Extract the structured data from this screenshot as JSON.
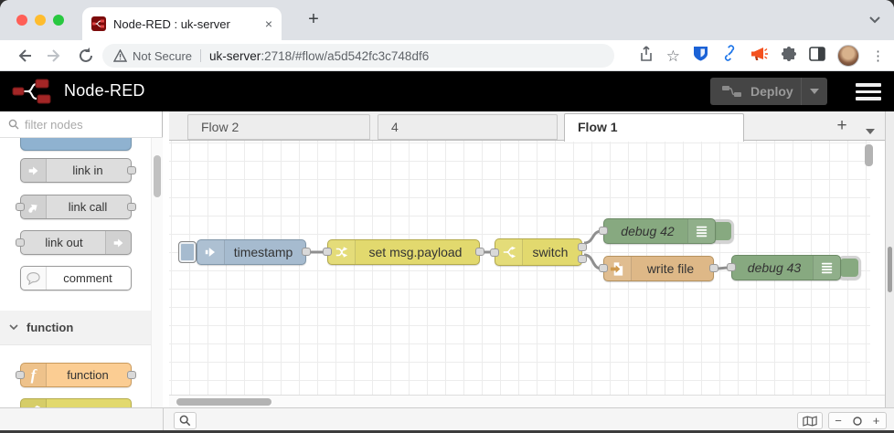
{
  "browser": {
    "tab": {
      "title": "Node-RED : uk-server",
      "close_label": "×"
    },
    "new_tab_label": "+",
    "toolbar": {
      "security_label": "Not Secure",
      "url_host": "uk-server",
      "url_path": ":2718/#flow/a5d542fc3c748df6"
    }
  },
  "header": {
    "title": "Node-RED",
    "deploy_label": "Deploy"
  },
  "palette": {
    "search_placeholder": "filter nodes",
    "items": [
      {
        "label": "link in",
        "color": "#dddddd",
        "ports": "out"
      },
      {
        "label": "link call",
        "color": "#dddddd",
        "ports": "both"
      },
      {
        "label": "link out",
        "color": "#dddddd",
        "ports": "in"
      },
      {
        "label": "comment",
        "color": "#ffffff",
        "ports": "none"
      }
    ],
    "category_header": "function",
    "category_items": [
      {
        "label": "function",
        "color": "#fbcd93",
        "ports": "both"
      }
    ]
  },
  "workspace": {
    "tabs": [
      {
        "label": "Flow 2",
        "active": false
      },
      {
        "label": "4",
        "active": false
      },
      {
        "label": "Flow 1",
        "active": true
      }
    ],
    "add_tab_label": "+",
    "nodes": [
      {
        "label": "timestamp",
        "type": "inject",
        "color": "#a6bbcf"
      },
      {
        "label": "set msg.payload",
        "type": "change",
        "color": "#e2d96e"
      },
      {
        "label": "switch",
        "type": "switch",
        "color": "#e2d96e",
        "outputs": 2
      },
      {
        "label": "debug 42",
        "type": "debug",
        "color": "#87a980"
      },
      {
        "label": "write file",
        "type": "file",
        "color": "#deb887"
      },
      {
        "label": "debug 43",
        "type": "debug",
        "color": "#87a980"
      }
    ],
    "connections": [
      {
        "from": "timestamp",
        "to": "set msg.payload"
      },
      {
        "from": "set msg.payload",
        "to": "switch"
      },
      {
        "from": "switch",
        "output": 1,
        "to": "debug 42"
      },
      {
        "from": "switch",
        "output": 2,
        "to": "write file"
      },
      {
        "from": "write file",
        "to": "debug 43"
      }
    ]
  },
  "footer": {
    "zoom_out_label": "−",
    "zoom_in_label": "+"
  }
}
